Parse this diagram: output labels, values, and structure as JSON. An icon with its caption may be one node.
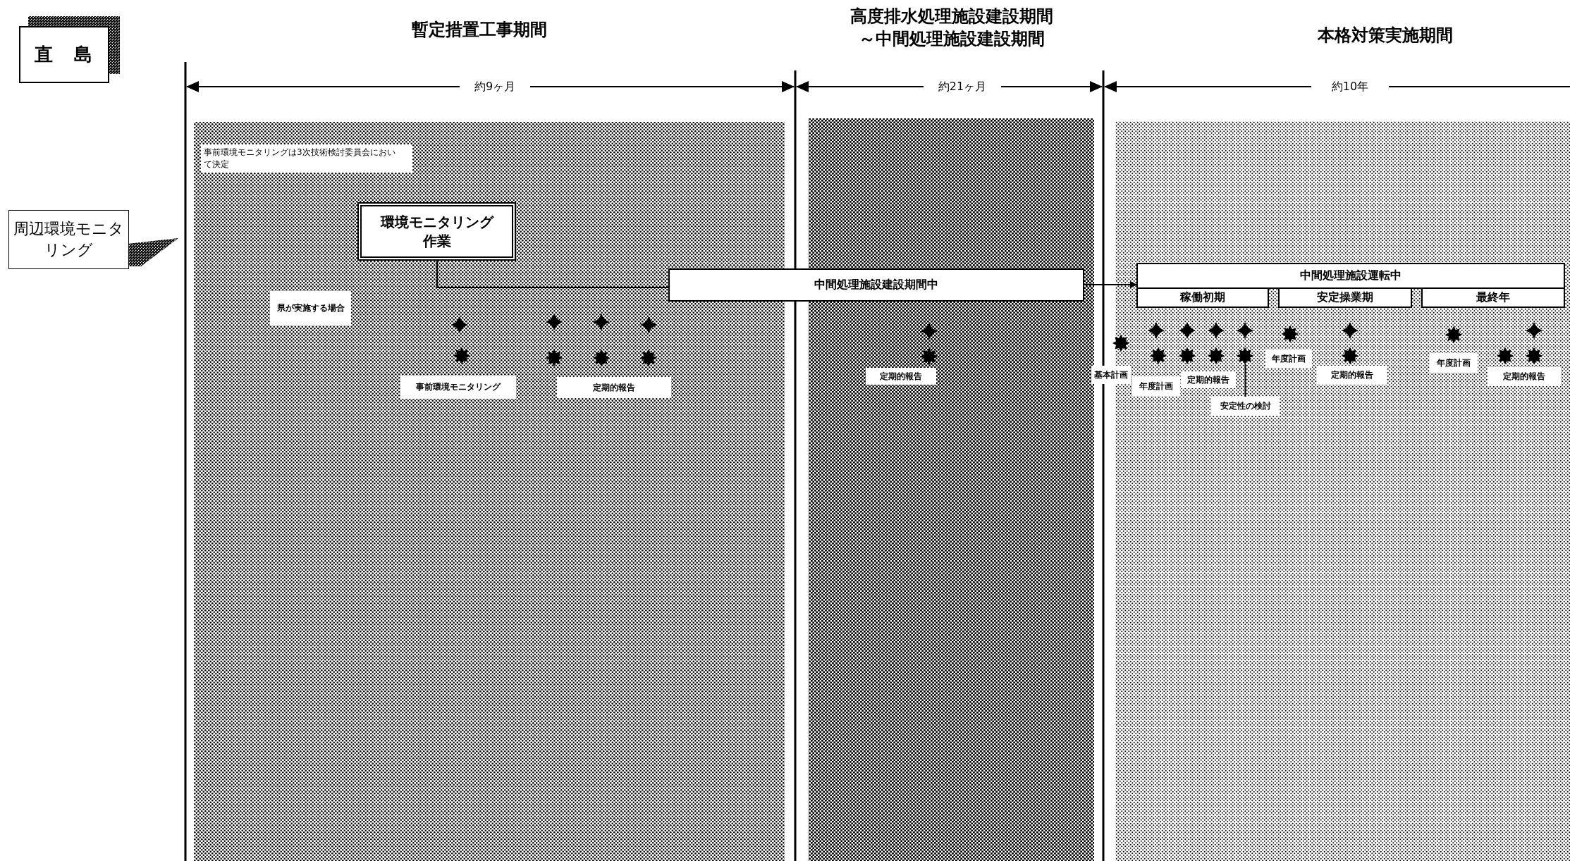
{
  "diagram": {
    "nodes": [
      {
        "text": [
          "直　島"
        ]
      },
      {
        "text": [
          "周辺環境モニタリング"
        ]
      },
      {
        "text": [
          "環境モニタリング作業"
        ]
      },
      {
        "text": [
          "中間処理施設建設期間中"
        ]
      },
      {
        "text": [
          "中間処理施設運転中"
        ]
      },
      {
        "text": [
          "稼働初期"
        ]
      },
      {
        "text": [
          "安定操業期"
        ]
      },
      {
        "text": [
          "最終年"
        ]
      },
      {
        "text": [
          "安定性の検討"
        ]
      },
      {
        "text": [],
        "shape": "star"
      },
      {
        "text": [
          "事前環境モニタリングは3次技術検討委員会において決定"
        ]
      },
      {
        "text": [
          "県が実施する場合"
        ]
      },
      {
        "text": [
          "事前環境モニタリング"
        ]
      },
      {
        "text": [
          "定期的報告"
        ]
      },
      {
        "text": [
          "定期的報告"
        ]
      },
      {
        "text": [
          "基本計画"
        ]
      },
      {
        "text": [
          "年度計画"
        ]
      },
      {
        "text": [
          "定期的報告"
        ]
      },
      {
        "text": [
          "年度計画"
        ]
      },
      {
        "text": [
          "定期的報告"
        ]
      },
      {
        "text": [
          "年度計画"
        ]
      },
      {
        "text": [
          "定期的報告"
        ]
      }
    ],
    "edges": [
      {
        "from": 2,
        "to": 3,
        "arrow": "none"
      },
      {
        "from": 3,
        "to": 4,
        "arrow": "to"
      },
      {
        "from": 8,
        "to": 9,
        "arrow": "none"
      }
    ],
    "labels": [
      "暫定措置工事期間",
      "高度排水処理施設建設期間～中間処理施設建設期間",
      "本格対策実施期間",
      "約9ヶ月",
      "約21ヶ月",
      "約10年"
    ]
  }
}
